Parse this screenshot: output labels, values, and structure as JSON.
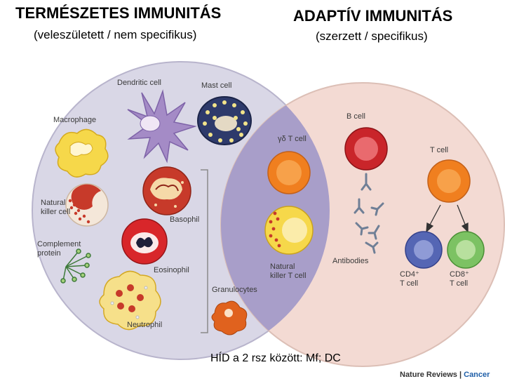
{
  "header": {
    "innate_title": "TERMÉSZETES IMMUNITÁS",
    "innate_subtitle": "(veleszületett / nem specifikus)",
    "adaptive_title": "ADAPTÍV IMMUNITÁS",
    "adaptive_subtitle": "(szerzett / specifikus)"
  },
  "labels": {
    "dendritic_cell": "Dendritic cell",
    "mast_cell": "Mast cell",
    "macrophage": "Macrophage",
    "nk_cell_line1": "Natural",
    "nk_cell_line2": "killer cell",
    "basophil": "Basophil",
    "complement_line1": "Complement",
    "complement_line2": "protein",
    "eosinophil": "Eosinophil",
    "granulocytes": "Granulocytes",
    "neutrophil": "Neutrophil",
    "gd_t_cell": "γδ T cell",
    "nkt_line1": "Natural",
    "nkt_line2": "killer T cell",
    "b_cell": "B cell",
    "t_cell": "T cell",
    "antibodies": "Antibodies",
    "cd4_line1": "CD4⁺",
    "cd4_line2": "T cell",
    "cd8_line1": "CD8⁺",
    "cd8_line2": "T cell"
  },
  "footer": {
    "bridge_note": "HÍD a 2 rsz között: Mf; DC",
    "credit_prefix": "Nature Reviews | ",
    "credit_journal": "Cancer"
  },
  "colors": {
    "innate_circle": "#d9d7e6",
    "adaptive_circle": "#f3dad3",
    "overlap": "#a89ec9",
    "dendritic": "#a48bc6",
    "mast": "#2e3a6b",
    "macrophage": "#f6d84a",
    "nk": "#f4e7d9",
    "basophil": "#c73a2a",
    "eosinophil": "#d8262a",
    "neutrophil": "#f6e08a",
    "b_cell": "#c9252a",
    "t_cell": "#f07f1f",
    "cd4": "#5566b4",
    "cd8": "#7cc263"
  }
}
